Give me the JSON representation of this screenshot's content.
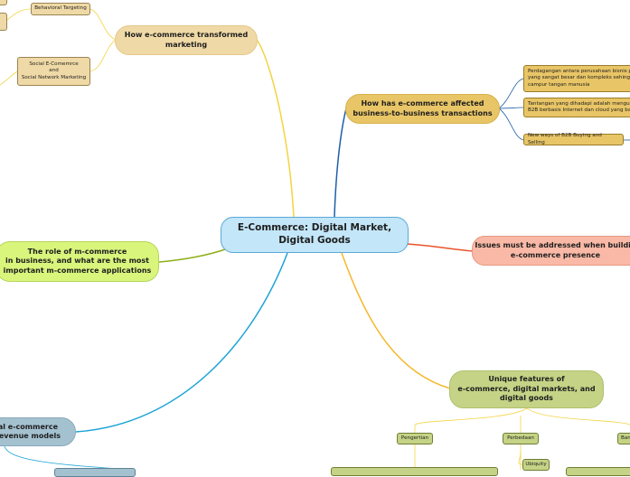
{
  "central": "E-Commerce: Digital Market,\nDigital Goods",
  "branches": {
    "transformed": "How e-commerce transformed\nmarketing",
    "b2b": "How has e-commerce affected\nbusiness-to-business transactions",
    "issues": "Issues must be addressed when buildin\ne-commerce presence",
    "unique": "Unique features of\ne-commerce, digital markets, and\ndigital goods",
    "mcommerce": "The role of m-commerce\nin business, and what are the most\nimportant m-commerce applications",
    "revenue": "al e-commerce\nrevenue models"
  },
  "marketing_items": {
    "behavioral": "Behavioral Targeting",
    "social": "Social E-Comemrce\nand\nSocial Network Marketing"
  },
  "b2b_items": {
    "item1": "Perdagangan antara perusahaan bisnis p\nyang sangat besar dan kompleks sehingg\ncampur tangan manusia",
    "item2": "Tantangan yang dihadapi adalah mengub\nB2B berbasis Internet dan cloud yang ba",
    "item3": "New ways of B2B Buying and Selling"
  },
  "unique_items": {
    "pengertian": "Pengertian",
    "perbedaan": "Perbedaan",
    "ban": "Ban",
    "ubiquity": "Ubiquity"
  },
  "colors": {
    "central_fill": "#c3e6f8",
    "marketing": "#efd9a6",
    "b2b": "#e8c566",
    "issues": "#f9b9a6",
    "unique": "#c5d386",
    "mcommerce": "#d9f57c",
    "revenue": "#a4c1d0"
  }
}
